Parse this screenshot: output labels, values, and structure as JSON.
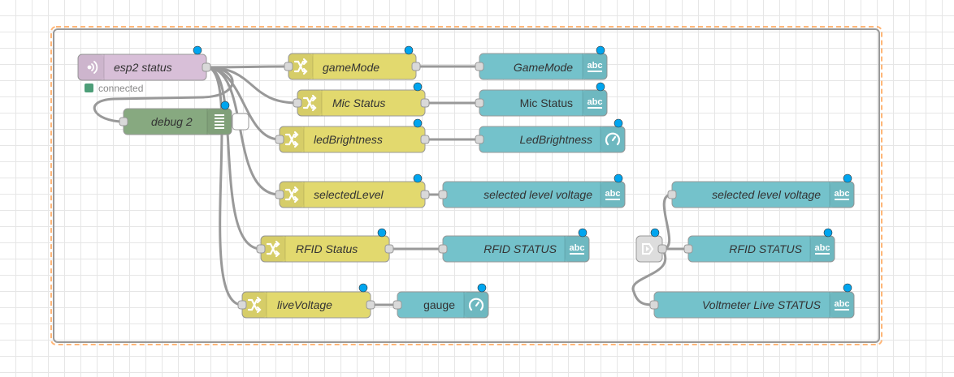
{
  "colors": {
    "function": "#e2d96e",
    "dashboard": "#74c2cb",
    "mqtt": "#d8bfd8",
    "debug": "#87a980",
    "link": "#dddddd",
    "wire": "#999999",
    "status_connected": "#4d9e78",
    "changed_dot": "#00a5ef"
  },
  "flow": {
    "esp2_status": {
      "label": "esp2 status",
      "status": "connected",
      "icon": "mqtt-wave-icon"
    },
    "debug_2": {
      "label": "debug 2",
      "icon": "debug-list-icon"
    },
    "gameMode": {
      "label": "gameMode",
      "icon": "shuffle-icon"
    },
    "mic_status_fn": {
      "label": "Mic Status",
      "icon": "shuffle-icon"
    },
    "ledBrightness": {
      "label": "ledBrightness",
      "icon": "shuffle-icon"
    },
    "selectedLevel": {
      "label": "selectedLevel",
      "icon": "shuffle-icon"
    },
    "rfid_status_fn": {
      "label": "RFID Status",
      "icon": "shuffle-icon"
    },
    "liveVoltage": {
      "label": "liveVoltage",
      "icon": "shuffle-icon"
    },
    "GameMode_text": {
      "label": "GameMode",
      "icon": "abc-icon"
    },
    "mic_status_text": {
      "label": "Mic Status",
      "icon": "abc-icon"
    },
    "LedBrightness_gauge": {
      "label": "LedBrightness",
      "icon": "gauge-icon"
    },
    "selected_level_voltage_1": {
      "label": "selected level voltage",
      "icon": "abc-icon"
    },
    "RFID_STATUS_1": {
      "label": "RFID STATUS",
      "icon": "abc-icon"
    },
    "gauge": {
      "label": "gauge",
      "icon": "gauge-icon"
    },
    "selected_level_voltage_2": {
      "label": "selected level voltage",
      "icon": "abc-icon"
    },
    "RFID_STATUS_2": {
      "label": "RFID STATUS",
      "icon": "abc-icon"
    },
    "Voltmeter_Live_STATUS": {
      "label": "Voltmeter Live STATUS",
      "icon": "abc-icon"
    },
    "link_in": {
      "label": "",
      "icon": "link-in-arrow-icon"
    }
  }
}
